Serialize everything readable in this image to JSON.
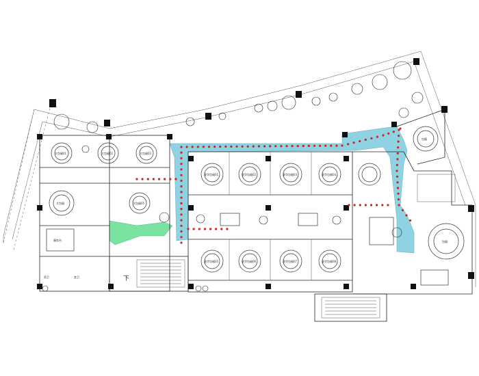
{
  "colors": {
    "corridor": "#8fd3e2",
    "garden": "#7be3a0",
    "route_dot": "#d02020",
    "wall": "#222222",
    "column": "#111111"
  },
  "room_labels": {
    "top_left_1": "大包厢01",
    "top_left_2": "大包厢02",
    "top_left_3": "大包厢03",
    "left_mid_1": "大包厢",
    "left_mid_2": "大包厢05",
    "hall_top_1": "豪华包厢01",
    "hall_top_2": "豪华包厢02",
    "hall_top_3": "豪华包厢03",
    "hall_top_4": "豪华包厢04",
    "hall_bot_1": "豪华包厢05",
    "hall_bot_2": "豪华包厢06",
    "hall_bot_3": "豪华包厢07",
    "hall_bot_4": "豪华包厢08",
    "right_top": "包厢",
    "right_big": "包厢",
    "service": "服务台",
    "toilet_1": "男卫",
    "toilet_2": "女卫"
  },
  "stair_label": "下"
}
